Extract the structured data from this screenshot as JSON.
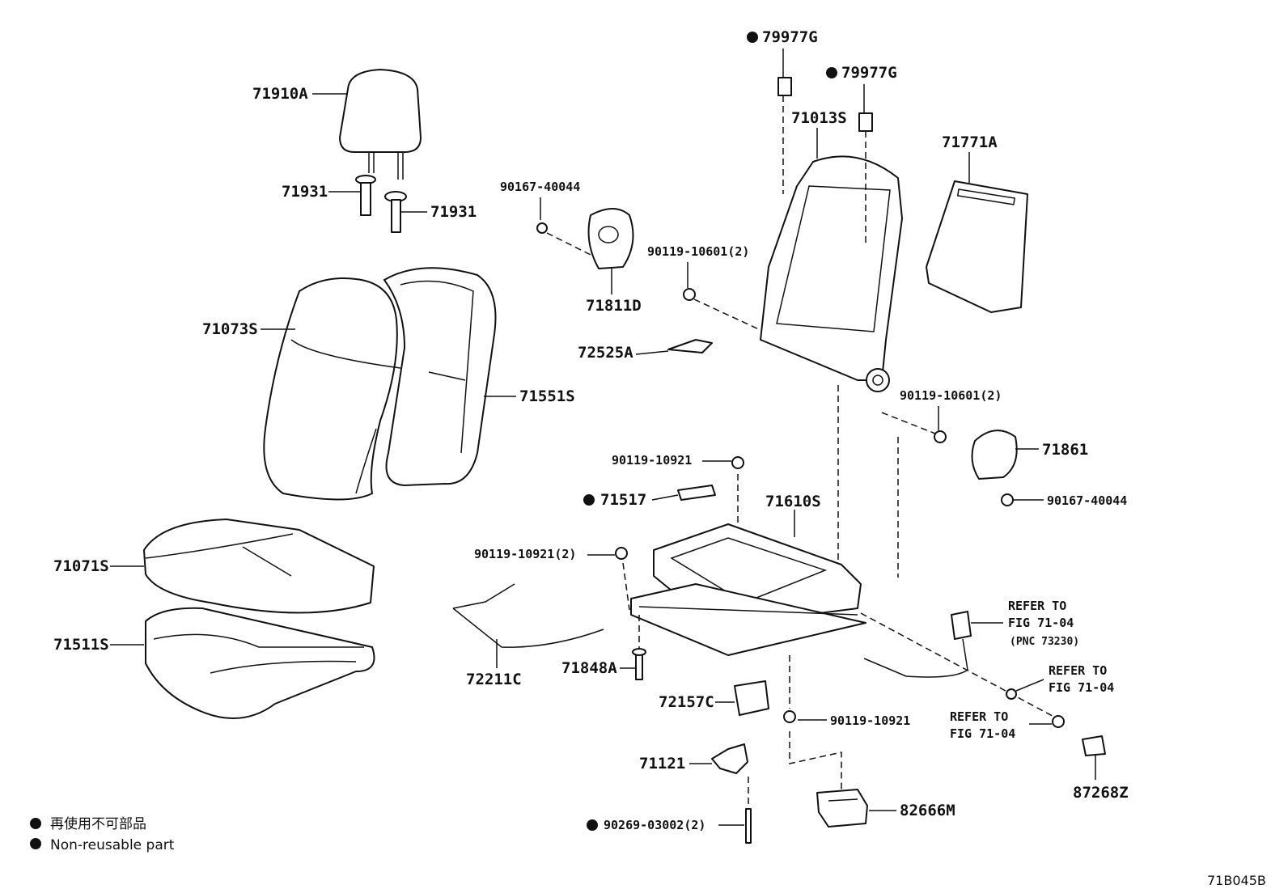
{
  "labels": {
    "p79977G_a": "79977G",
    "p79977G_b": "79977G",
    "p71013S": "71013S",
    "p71771A": "71771A",
    "p71910A": "71910A",
    "p71931_a": "71931",
    "p71931_b": "71931",
    "p90167_40044_a": "90167-40044",
    "p90119_10601_2_a": "90119-10601(2)",
    "p71811D": "71811D",
    "p72525A": "72525A",
    "p71073S": "71073S",
    "p71551S": "71551S",
    "p90119_10601_2_b": "90119-10601(2)",
    "p71861": "71861",
    "p90119_10921_a": "90119-10921",
    "p71517": "71517",
    "p71610S": "71610S",
    "p90167_40044_b": "90167-40044",
    "p90119_10921_2": "90119-10921(2)",
    "p71071S": "71071S",
    "p71511S": "71511S",
    "p72211C": "72211C",
    "p71848A": "71848A",
    "p72157C": "72157C",
    "p90119_10921_b": "90119-10921",
    "p71121": "71121",
    "p90269_03002_2": "90269-03002(2)",
    "p82666M": "82666M",
    "p87268Z": "87268Z"
  },
  "refers": {
    "r1_line1": "REFER TO",
    "r1_line2": "FIG 71-04",
    "r1_line3": "(PNC 73230)",
    "r2_line1": "REFER TO",
    "r2_line2": "FIG 71-04",
    "r3_line1": "REFER TO",
    "r3_line2": "FIG 71-04"
  },
  "legend": {
    "jp": "再使用不可部品",
    "en": "Non-reusable part"
  },
  "figure_code": "71B045B"
}
